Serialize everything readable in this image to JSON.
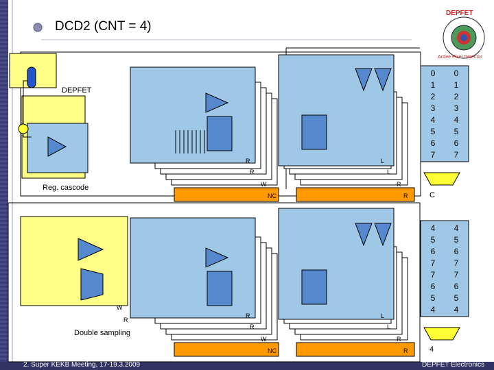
{
  "title": "DCD2 (CNT = 4)",
  "logo": {
    "top": "DEPFET",
    "ring": "Active Pixel Detector"
  },
  "labels": {
    "depfet": "DEPFET",
    "reg_cascode": "Reg. cascode",
    "double_sampling": "Double sampling",
    "c": "C",
    "four": "4",
    "r": "R",
    "l": "L",
    "w": "W",
    "nc": "NC"
  },
  "counters": {
    "top_left": [
      "0",
      "1",
      "2",
      "3",
      "4",
      "5",
      "6",
      "7"
    ],
    "top_right": [
      "0",
      "1",
      "2",
      "3",
      "4",
      "5",
      "6",
      "7"
    ],
    "bottom_left": [
      "4",
      "5",
      "6",
      "7",
      "7",
      "6",
      "5",
      "4"
    ],
    "bottom_right": [
      "4",
      "5",
      "6",
      "7",
      "7",
      "6",
      "5",
      "4"
    ]
  },
  "footer": {
    "left": "2. Super KEKB Meeting, 17-19.3.2009",
    "right": "DEPFET Electronics"
  },
  "colors": {
    "left_bar": "#3f3f7a",
    "footer_bar": "#333366",
    "panel_blue": "#9fc8e6",
    "panel_yellow": "#ffff88",
    "orange": "#ff9900"
  }
}
